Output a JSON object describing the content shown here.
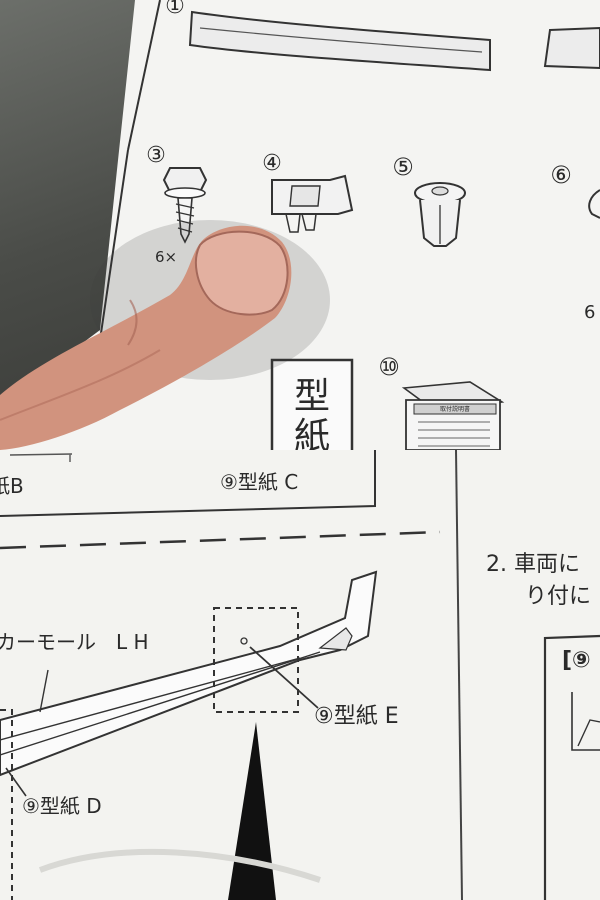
{
  "top_photo": {
    "part_numbers": [
      "①",
      "③",
      "④",
      "⑤",
      "⑥",
      "⑩"
    ],
    "quantity_fragment": "6×",
    "right_edge_fragment": "6",
    "template_sheet_chars": [
      "型",
      "紙"
    ],
    "booklet_title": "取付説明書"
  },
  "bottom_photo": {
    "label_b": "紙B",
    "label_c": "⑨型紙 C",
    "label_d": "⑨型紙 D",
    "label_e": "⑨型紙 E",
    "molding_label": "カーモール　L H",
    "step2_line1": "2. 車両に",
    "step2_line2": "り付に",
    "bracket_label": "[⑨"
  }
}
